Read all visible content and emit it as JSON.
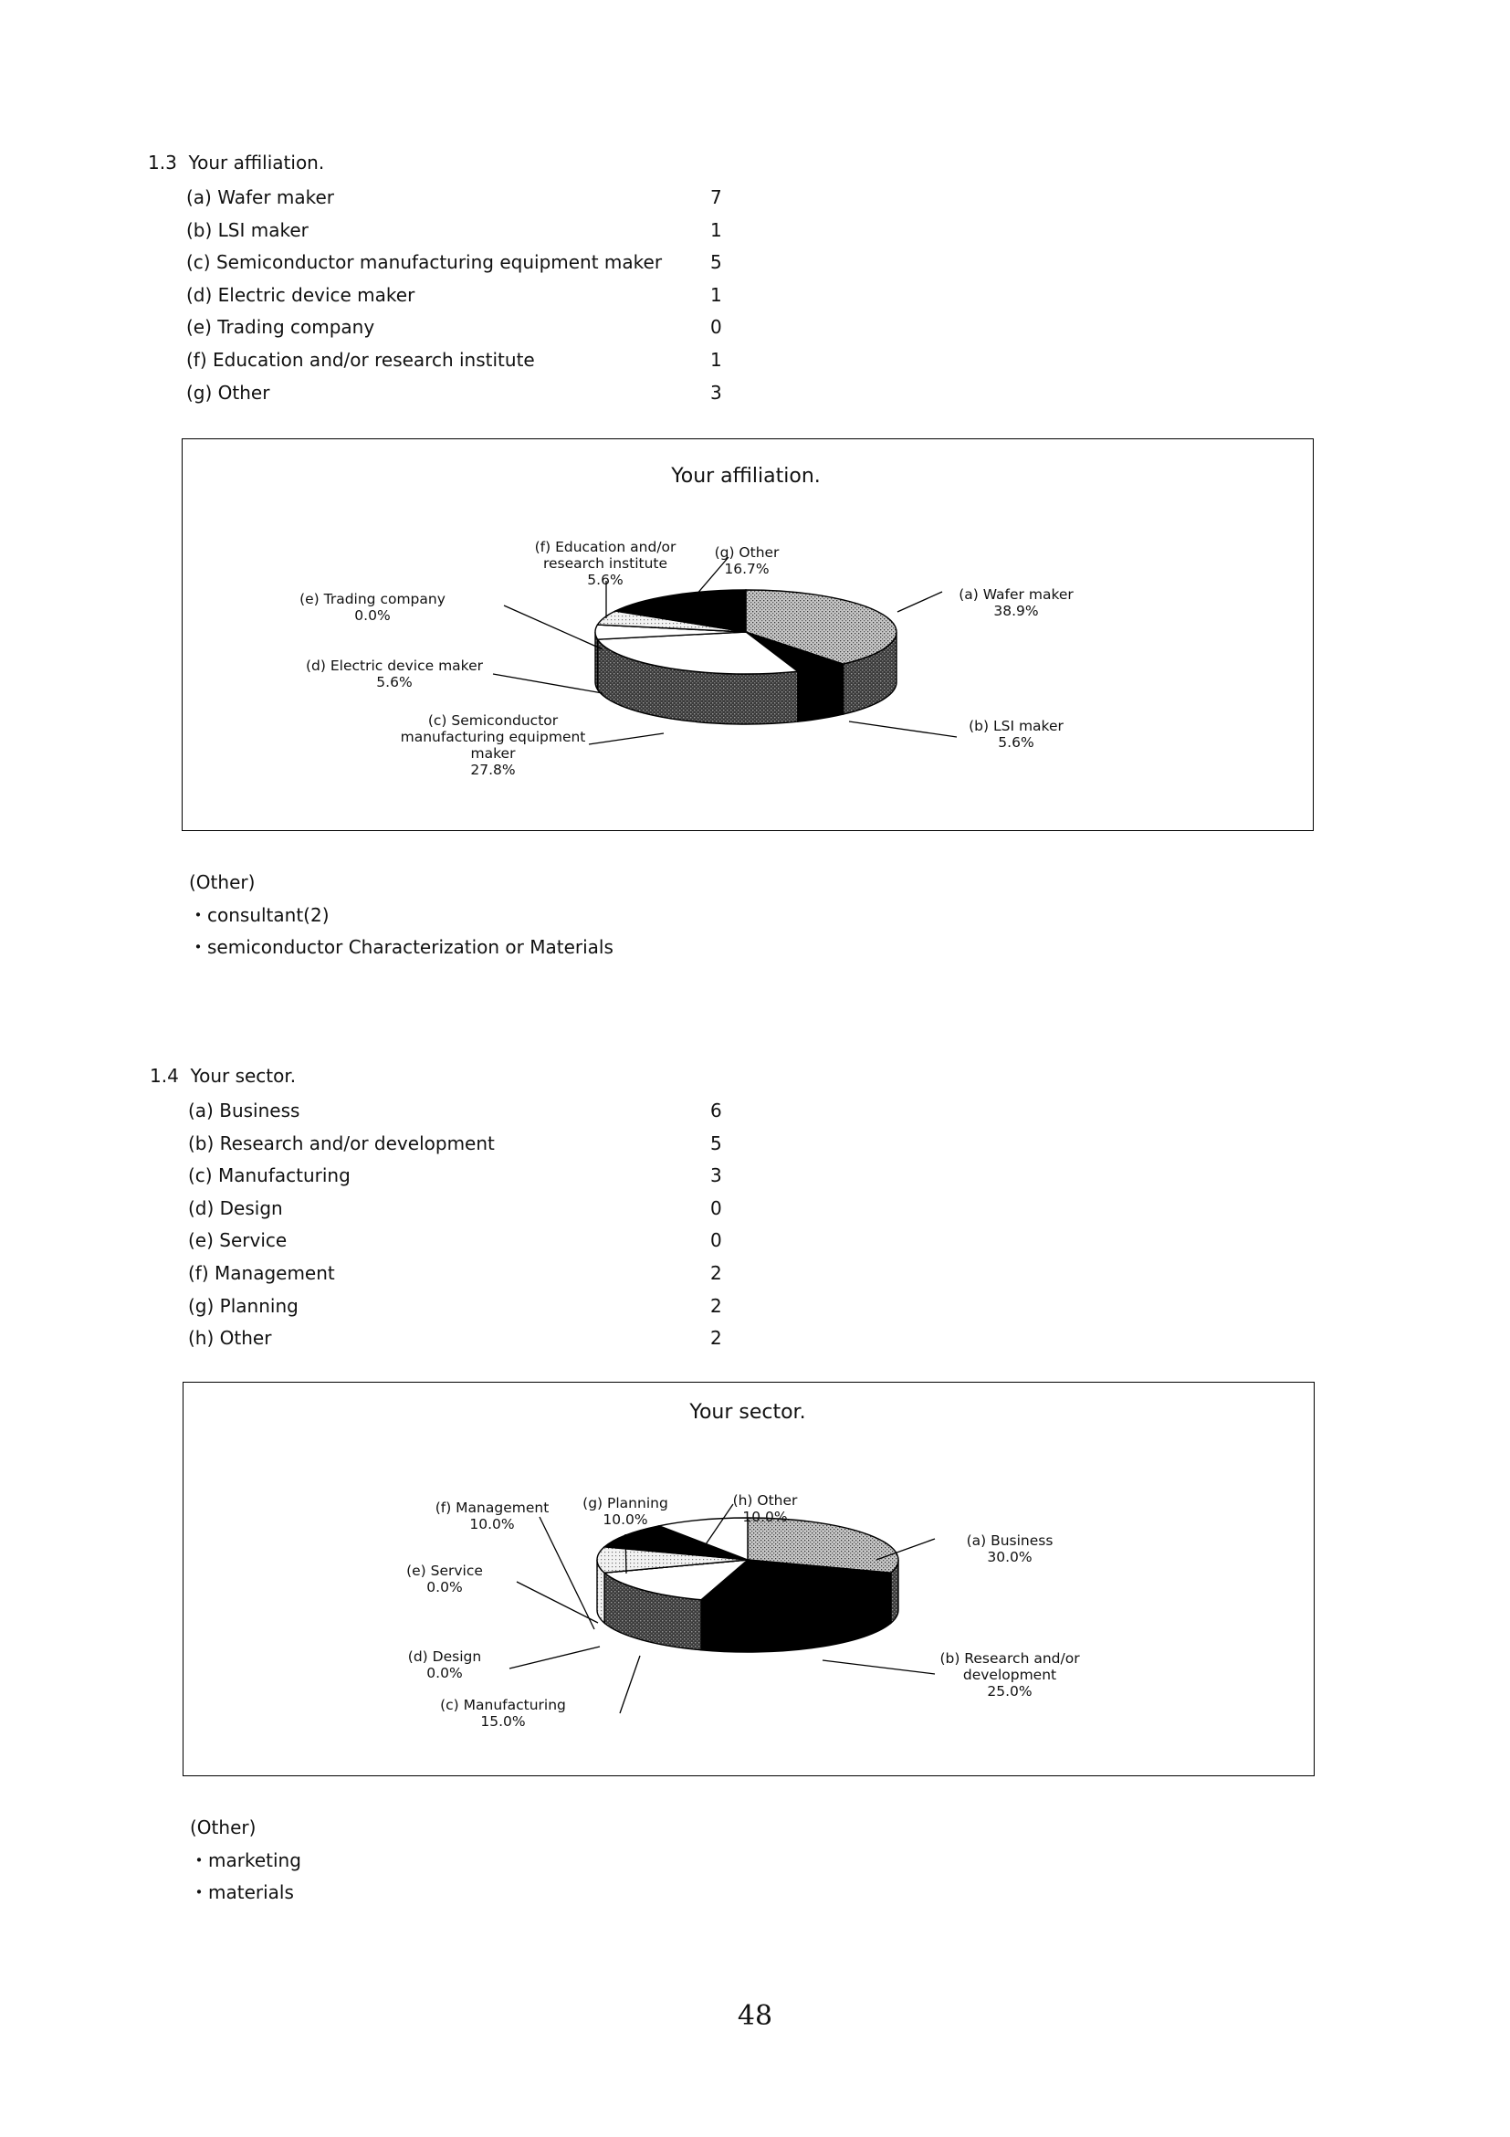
{
  "sections": [
    {
      "number": "1.3",
      "heading": "Your affiliation.",
      "items": [
        {
          "label": "(a) Wafer maker",
          "count": "7"
        },
        {
          "label": "(b) LSI maker",
          "count": "1"
        },
        {
          "label": "(c) Semiconductor manufacturing equipment maker",
          "count": "5"
        },
        {
          "label": "(d) Electric device maker",
          "count": "1"
        },
        {
          "label": "(e) Trading company",
          "count": "0"
        },
        {
          "label": "(f) Education and/or research institute",
          "count": "1"
        },
        {
          "label": "(g) Other",
          "count": "3"
        }
      ],
      "other_heading": "(Other)",
      "other_items": [
        "・consultant(2)",
        "・semiconductor Characterization or Materials"
      ]
    },
    {
      "number": "1.4",
      "heading": "Your sector.",
      "items": [
        {
          "label": "(a) Business",
          "count": "6"
        },
        {
          "label": "(b) Research and/or development",
          "count": "5"
        },
        {
          "label": "(c) Manufacturing",
          "count": "3"
        },
        {
          "label": "(d) Design",
          "count": "0"
        },
        {
          "label": "(e) Service",
          "count": "0"
        },
        {
          "label": "(f) Management",
          "count": "2"
        },
        {
          "label": "(g) Planning",
          "count": "2"
        },
        {
          "label": "(h) Other",
          "count": "2"
        }
      ],
      "other_heading": "(Other)",
      "other_items": [
        "・marketing",
        "・materials"
      ]
    }
  ],
  "chart_data": [
    {
      "type": "pie",
      "title": "Your affiliation.",
      "slices": [
        {
          "label_lines": [
            "(a) Wafer maker"
          ],
          "value": 38.9,
          "pct": "38.9%",
          "fill": "dots"
        },
        {
          "label_lines": [
            "(b) LSI maker"
          ],
          "value": 5.6,
          "pct": "5.6%",
          "fill": "#000000"
        },
        {
          "label_lines": [
            "(c) Semiconductor",
            "manufacturing equipment",
            "maker"
          ],
          "value": 27.8,
          "pct": "27.8%",
          "fill": "#ffffff"
        },
        {
          "label_lines": [
            "(d) Electric device maker"
          ],
          "value": 5.6,
          "pct": "5.6%",
          "fill": "#ffffff"
        },
        {
          "label_lines": [
            "(e) Trading company"
          ],
          "value": 0.0,
          "pct": "0.0%",
          "fill": "#ffffff"
        },
        {
          "label_lines": [
            "(f) Education and/or",
            "research institute"
          ],
          "value": 5.6,
          "pct": "5.6%",
          "fill": "lightdots"
        },
        {
          "label_lines": [
            "(g) Other"
          ],
          "value": 16.7,
          "pct": "16.7%",
          "fill": "#000000"
        }
      ]
    },
    {
      "type": "pie",
      "title": "Your sector.",
      "slices": [
        {
          "label_lines": [
            "(a) Business"
          ],
          "value": 30.0,
          "pct": "30.0%",
          "fill": "dots"
        },
        {
          "label_lines": [
            "(b) Research and/or",
            "development"
          ],
          "value": 25.0,
          "pct": "25.0%",
          "fill": "#000000"
        },
        {
          "label_lines": [
            "(c) Manufacturing"
          ],
          "value": 15.0,
          "pct": "15.0%",
          "fill": "#ffffff"
        },
        {
          "label_lines": [
            "(d) Design"
          ],
          "value": 0.0,
          "pct": "0.0%",
          "fill": "#ffffff"
        },
        {
          "label_lines": [
            "(e) Service"
          ],
          "value": 0.0,
          "pct": "0.0%",
          "fill": "#ffffff"
        },
        {
          "label_lines": [
            "(f) Management"
          ],
          "value": 10.0,
          "pct": "10.0%",
          "fill": "lightdots"
        },
        {
          "label_lines": [
            "(g) Planning"
          ],
          "value": 10.0,
          "pct": "10.0%",
          "fill": "#000000"
        },
        {
          "label_lines": [
            "(h) Other"
          ],
          "value": 10.0,
          "pct": "10.0%",
          "fill": "#ffffff"
        }
      ]
    }
  ],
  "page_number": "48"
}
